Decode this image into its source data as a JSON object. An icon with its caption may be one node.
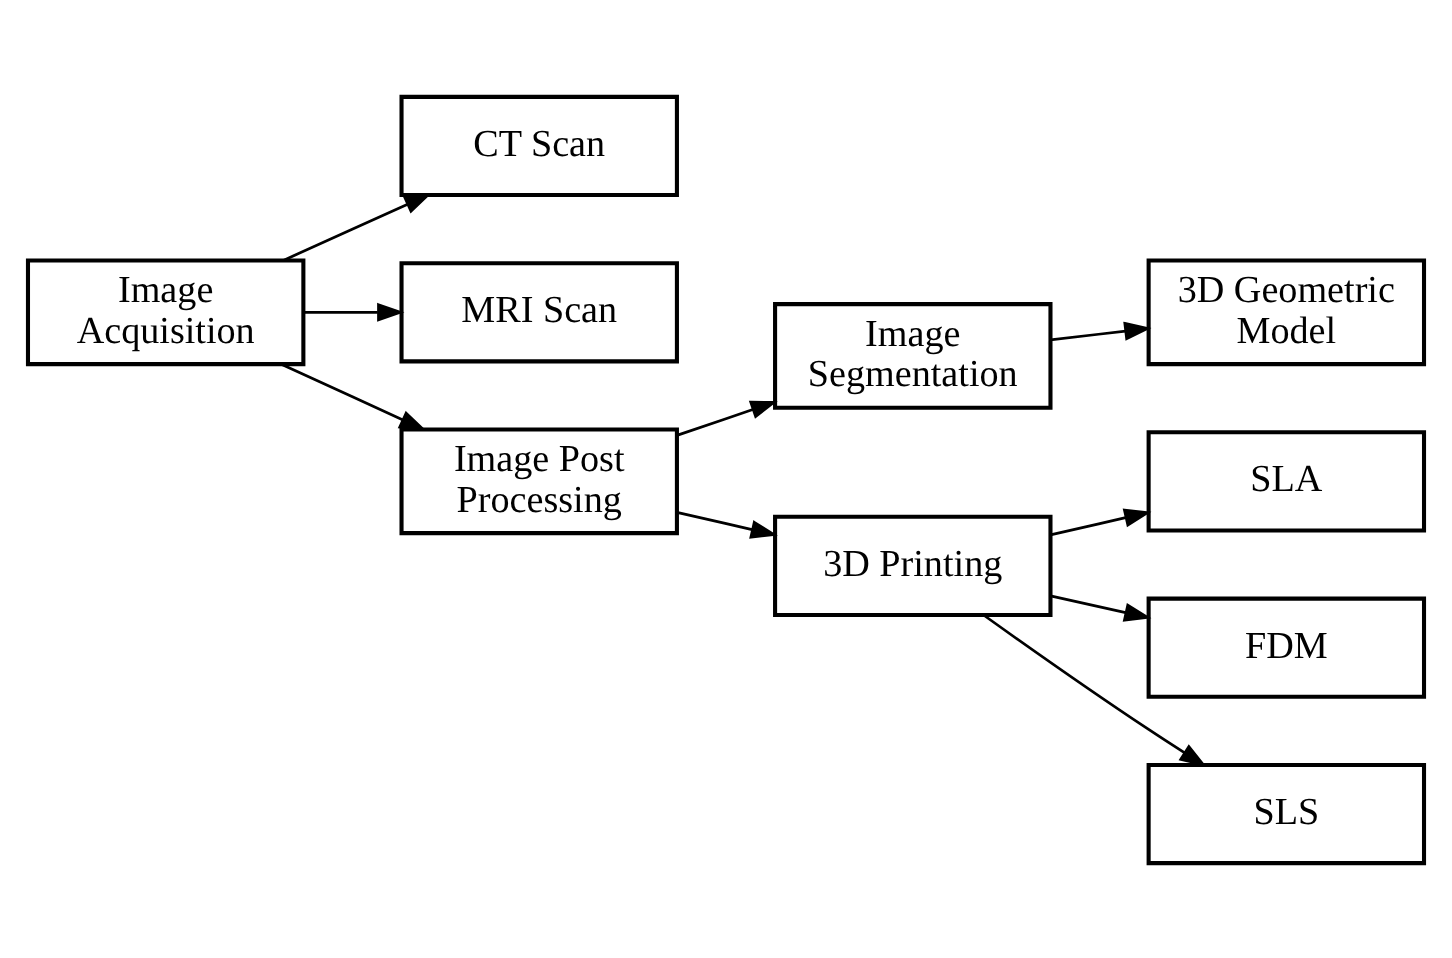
{
  "diagram": {
    "nodes": [
      {
        "text": [
          "Image Acquisition"
        ]
      },
      {
        "text": [
          "CT Scan"
        ]
      },
      {
        "text": [
          "MRI Scan"
        ]
      },
      {
        "text": [
          "Image Post Processing"
        ]
      },
      {
        "text": [
          "Image Segmentation"
        ]
      },
      {
        "text": [
          "3D Geometric Model"
        ]
      },
      {
        "text": [
          "SLA"
        ]
      },
      {
        "text": [
          "FDM"
        ]
      },
      {
        "text": [
          "SLS"
        ]
      },
      {
        "text": [
          "3D Printing"
        ]
      }
    ],
    "edges": [
      {
        "from": 0,
        "to": 1,
        "arrow": "to"
      },
      {
        "from": 0,
        "to": 2,
        "arrow": "to"
      },
      {
        "from": 0,
        "to": 3,
        "arrow": "to"
      },
      {
        "from": 3,
        "to": 4,
        "arrow": "to"
      },
      {
        "from": 4,
        "to": 5,
        "arrow": "to"
      },
      {
        "from": 3,
        "to": 9,
        "arrow": "to"
      },
      {
        "from": 9,
        "to": 6,
        "arrow": "to"
      },
      {
        "from": 9,
        "to": 7,
        "arrow": "to"
      },
      {
        "from": 9,
        "to": 8,
        "arrow": "to"
      }
    ]
  }
}
